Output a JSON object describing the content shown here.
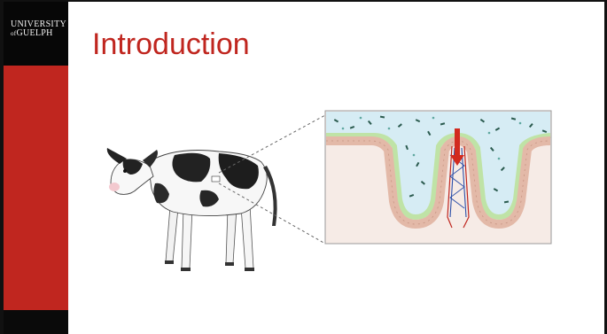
{
  "logo": {
    "line1": "UNIVERSITY",
    "line2": "GUELPH",
    "line2_prefix": "of"
  },
  "slide": {
    "title": "Introduction"
  },
  "colors": {
    "brand_red": "#c0261f",
    "logo_bg": "#070707",
    "lumen": "#d9eef6",
    "tissue": "#f7e9e3",
    "epithelium": "#e8c3b3",
    "mucus": "#bfe3a6",
    "bacteria": "#2b5b4f"
  },
  "figure": {
    "icons": [
      "calf-icon",
      "intestinal-villus-illustration",
      "down-arrow-icon"
    ]
  }
}
